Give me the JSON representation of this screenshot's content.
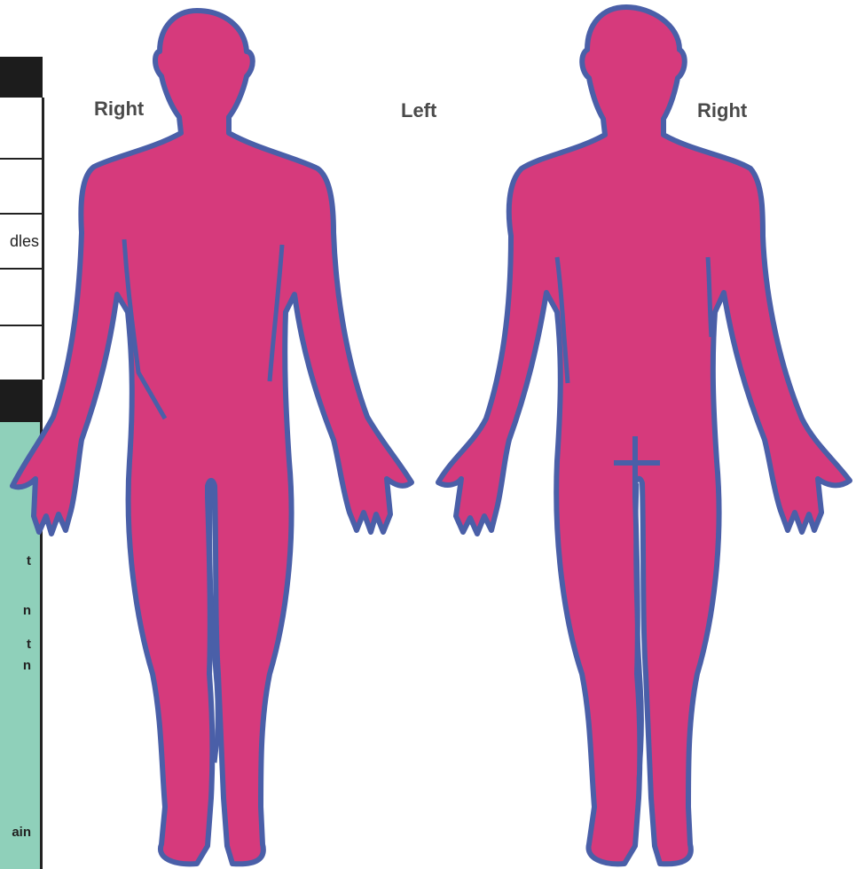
{
  "labels": {
    "front_right": "Right",
    "center_left": "Left",
    "back_right": "Right"
  },
  "form_strip": {
    "row_fragment": "dles",
    "green_fragments": [
      "t",
      "n",
      "t",
      "n",
      "ain"
    ]
  },
  "colors": {
    "body_fill": "#d63a7c",
    "body_outline": "#4a5fa8",
    "strip_green": "#8fd0ba",
    "header_black": "#1c1c1c"
  },
  "figures": {
    "front": "front-body-outline",
    "back": "back-body-outline"
  }
}
